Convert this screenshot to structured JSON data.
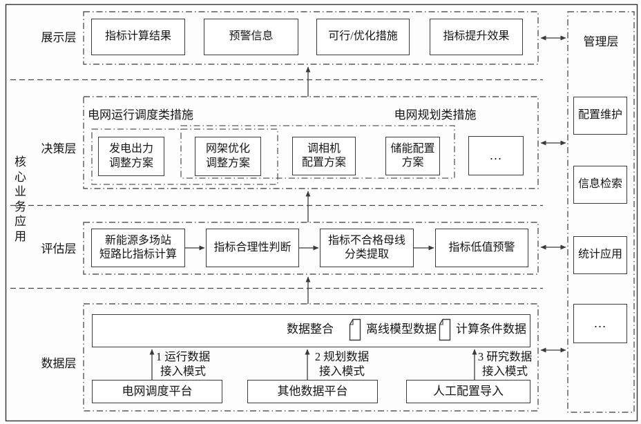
{
  "left_labels": {
    "vertical": "核心业务应用",
    "display": "展示层",
    "decision": "决策层",
    "evaluation": "评估层",
    "data": "数据层"
  },
  "display_layer": {
    "boxes": [
      "指标计算结果",
      "预警信息",
      "可行/优化措施",
      "指标提升效果"
    ]
  },
  "decision_layer": {
    "group_operation": "电网运行调度类措施",
    "group_planning": "电网规划类措施",
    "boxes": [
      "发电出力\n调整方案",
      "网架优化\n调整方案",
      "调相机\n配置方案",
      "储能配置\n方案",
      "…"
    ]
  },
  "evaluation_layer": {
    "boxes": [
      "新能源多场站\n短路比指标计算",
      "指标合理性判断",
      "指标不合格母线\n分类提取",
      "指标低值预警"
    ]
  },
  "data_layer": {
    "integration_label": "数据整合",
    "doc_labels": [
      "离线模型数据",
      "计算条件数据"
    ],
    "access_modes": [
      "1 运行数据\n接入模式",
      "2 规划数据\n接入模式",
      "3 研究数据\n接入模式"
    ],
    "sources": [
      "电网调度平台",
      "其他数据平台",
      "人工配置导入"
    ]
  },
  "management_layer": {
    "title": "管理层",
    "items": [
      "配置维护",
      "信息检索",
      "统计应用",
      "…"
    ]
  },
  "colors": {
    "line": "#3a3a3a",
    "dashdot": "#565656",
    "text": "#151515"
  }
}
